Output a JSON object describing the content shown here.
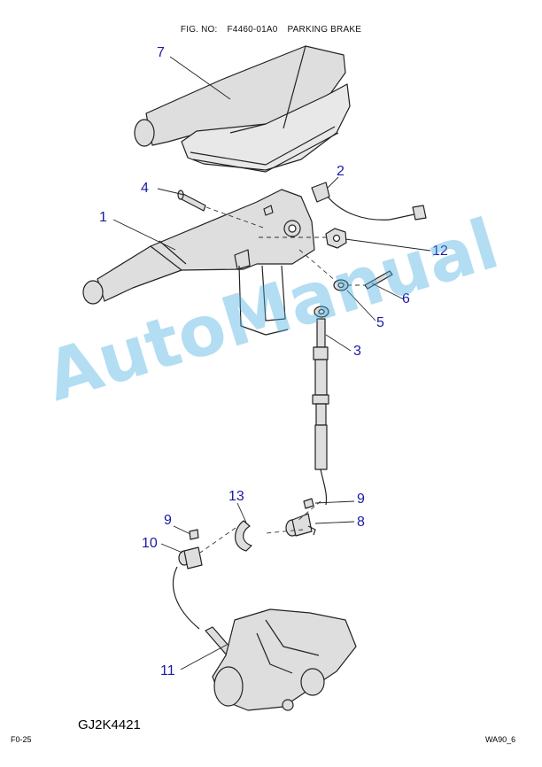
{
  "header": {
    "fig_label": "FIG. NO:",
    "fig_number": "F4460-01A0",
    "title": "PARKING BRAKE"
  },
  "callouts": [
    {
      "id": "c7",
      "label": "7"
    },
    {
      "id": "c2",
      "label": "2"
    },
    {
      "id": "c4",
      "label": "4"
    },
    {
      "id": "c1",
      "label": "1"
    },
    {
      "id": "c12",
      "label": "12"
    },
    {
      "id": "c6",
      "label": "6"
    },
    {
      "id": "c5",
      "label": "5"
    },
    {
      "id": "c3",
      "label": "3"
    },
    {
      "id": "c13",
      "label": "13"
    },
    {
      "id": "c9a",
      "label": "9"
    },
    {
      "id": "c8",
      "label": "8"
    },
    {
      "id": "c9b",
      "label": "9"
    },
    {
      "id": "c10",
      "label": "10"
    },
    {
      "id": "c11",
      "label": "11"
    }
  ],
  "watermark": "AutoManual",
  "footer": {
    "drawing_number": "GJ2K4421",
    "page_ref": "F0-25",
    "sheet_ref": "WA90_6"
  },
  "colors": {
    "callout": "#1a1aa6",
    "line": "#222222",
    "part_fill": "#dedede",
    "watermark": "#4bafe1"
  }
}
